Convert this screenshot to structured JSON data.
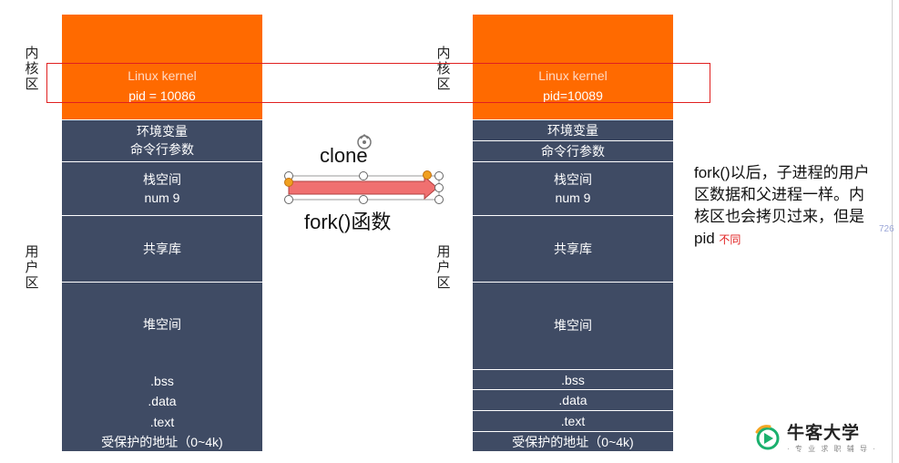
{
  "left_process": {
    "kernel_label_top": "Linux kernel",
    "kernel_pid": "pid = 10086",
    "kernel_side_label": "内核区",
    "user_side_label": "用户区",
    "segments": {
      "env_line1": "环境变量",
      "env_line2": "命令行参数",
      "stack_line1": "栈空间",
      "stack_line2": "num 9",
      "shared_lib": "共享库",
      "heap": "堆空间",
      "bss": ".bss",
      "data": ".data",
      "text": ".text",
      "protected": "受保护的地址（0~4k)"
    }
  },
  "right_process": {
    "kernel_label_top": "Linux kernel",
    "kernel_pid": "pid=10089",
    "kernel_side_label": "内核区",
    "user_side_label": "用户区",
    "segments": {
      "env_line1": "环境变量",
      "env_line2": "命令行参数",
      "stack_line1": "栈空间",
      "stack_line2": "num 9",
      "shared_lib": "共享库",
      "heap": "堆空间",
      "bss": ".bss",
      "data": ".data",
      "text": ".text",
      "protected": "受保护的地址（0~4k)"
    }
  },
  "arrow": {
    "top_label": "clone",
    "bottom_label": "fork()函数"
  },
  "note": {
    "main": "fork()以后，子进程的用户区数据和父进程一样。内核区也会拷贝过来，但是 pid ",
    "emphasis": "不同"
  },
  "edge_number": "726",
  "brand": {
    "name": "牛客大学",
    "sub": "· 专 业 求 职 辅 导 ·"
  },
  "colors": {
    "kernel": "#ff6a00",
    "user_space": "#3f4b64",
    "highlight_box": "#e02020",
    "arrow_fill": "#f07070"
  }
}
